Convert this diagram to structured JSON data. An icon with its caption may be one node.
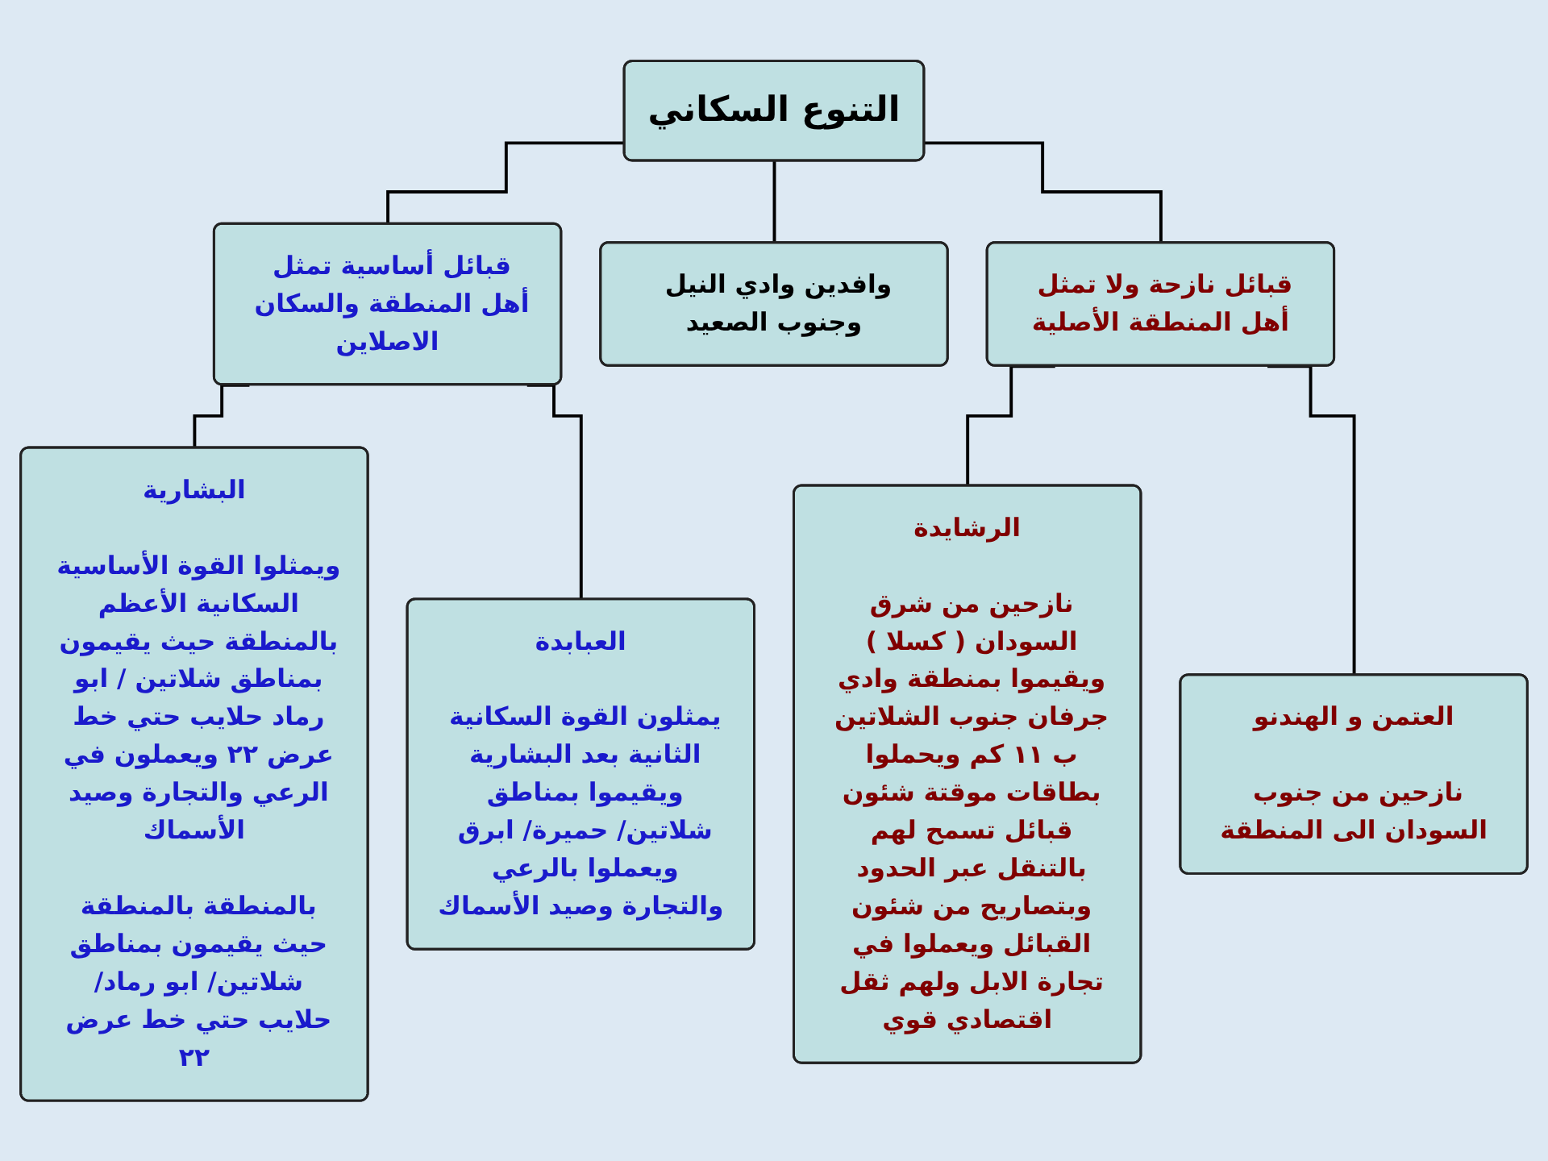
{
  "diagram": {
    "nodes": [
      {
        "text": [
          "التنوع السكاني"
        ]
      },
      {
        "text": [
          "قبائل أساسية تمثل أهل المنطقة والسكان الاصلاين"
        ]
      },
      {
        "text": [
          "وافدين وادي النيل وجنوب الصعيد"
        ]
      },
      {
        "text": [
          "قبائل نازحة ولا تمثل أهل المنطقة الأصلية"
        ]
      },
      {
        "text": [
          "البشارية",
          "ويمثلوا القوة الأساسية السكانية الأعظم بالمنطقة حيث يقيمون بمناطق شلاتين / ابو رماد حلايب حتي خط عرض ٢٢ ويعملون في الرعي والتجارة وصيد الأسماك",
          "بالمنطقة بالمنطقة حيث يقيمون بمناطق شلاتين/ ابو رماد/ حلايب حتي خط عرض ٢٢"
        ]
      },
      {
        "text": [
          "العبابدة",
          "يمثلون القوة السكانية الثانية بعد البشارية ويقيموا بمناطق شلاتين/ حميرة/ ابرق ويعملوا بالرعي والتجارة وصيد الأسماك"
        ]
      },
      {
        "text": [
          "الرشايدة",
          "نازحين من شرق السودان ( كسلا ) ويقيموا بمنطقة وادي جرفان جنوب الشلاتين ب ١١ كم ويحملوا بطاقات موقتة شئون قبائل تسمح لهم بالتنقل عبر الحدود وبتصاريح من شئون القبائل ويعملوا في تجارة الابل ولهم ثقل اقتصادي قوي"
        ]
      },
      {
        "text": [
          "العتمن و الهندنو",
          "نازحين من جنوب السودان الى المنطقة"
        ]
      }
    ],
    "edges": [
      {
        "from": 0,
        "to": 1,
        "arrow": "none"
      },
      {
        "from": 0,
        "to": 2,
        "arrow": "none"
      },
      {
        "from": 0,
        "to": 3,
        "arrow": "none"
      },
      {
        "from": 1,
        "to": 4,
        "arrow": "none"
      },
      {
        "from": 1,
        "to": 5,
        "arrow": "none"
      },
      {
        "from": 3,
        "to": 6,
        "arrow": "none"
      },
      {
        "from": 3,
        "to": 7,
        "arrow": "none"
      }
    ]
  }
}
